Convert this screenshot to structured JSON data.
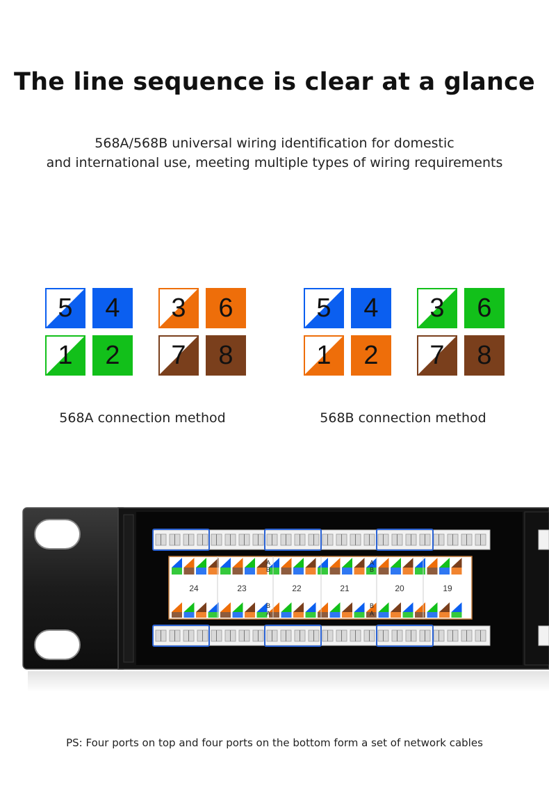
{
  "title": "The line sequence is clear at a glance",
  "subtitle": {
    "line1": "568A/568B universal wiring identification for domestic",
    "line2": "and international use, meeting multiple types of wiring requirements"
  },
  "colors": {
    "blue": "#0b5ff0",
    "orange": "#ee6e0a",
    "green": "#12c01a",
    "brown": "#7a3f1c"
  },
  "diagram_a": {
    "caption": "568A connection method",
    "tiles": [
      {
        "num": "5",
        "color": "blue",
        "style": "half"
      },
      {
        "num": "4",
        "color": "blue",
        "style": "solid"
      },
      {
        "num": "3",
        "color": "orange",
        "style": "half"
      },
      {
        "num": "6",
        "color": "orange",
        "style": "solid"
      },
      {
        "num": "1",
        "color": "green",
        "style": "half"
      },
      {
        "num": "2",
        "color": "green",
        "style": "solid"
      },
      {
        "num": "7",
        "color": "brown",
        "style": "half"
      },
      {
        "num": "8",
        "color": "brown",
        "style": "solid"
      }
    ]
  },
  "diagram_b": {
    "caption": "568B connection method",
    "tiles": [
      {
        "num": "5",
        "color": "blue",
        "style": "half"
      },
      {
        "num": "4",
        "color": "blue",
        "style": "solid"
      },
      {
        "num": "3",
        "color": "green",
        "style": "half"
      },
      {
        "num": "6",
        "color": "green",
        "style": "solid"
      },
      {
        "num": "1",
        "color": "orange",
        "style": "half"
      },
      {
        "num": "2",
        "color": "orange",
        "style": "solid"
      },
      {
        "num": "7",
        "color": "brown",
        "style": "half"
      },
      {
        "num": "8",
        "color": "brown",
        "style": "solid"
      }
    ]
  },
  "panel": {
    "ports": [
      "24",
      "23",
      "22",
      "21",
      "20",
      "19"
    ],
    "ab_top": [
      "A",
      "B"
    ],
    "ab_bottom": [
      "B",
      "A"
    ]
  },
  "ps": "PS: Four ports on top and four ports on the bottom form a set of network cables"
}
